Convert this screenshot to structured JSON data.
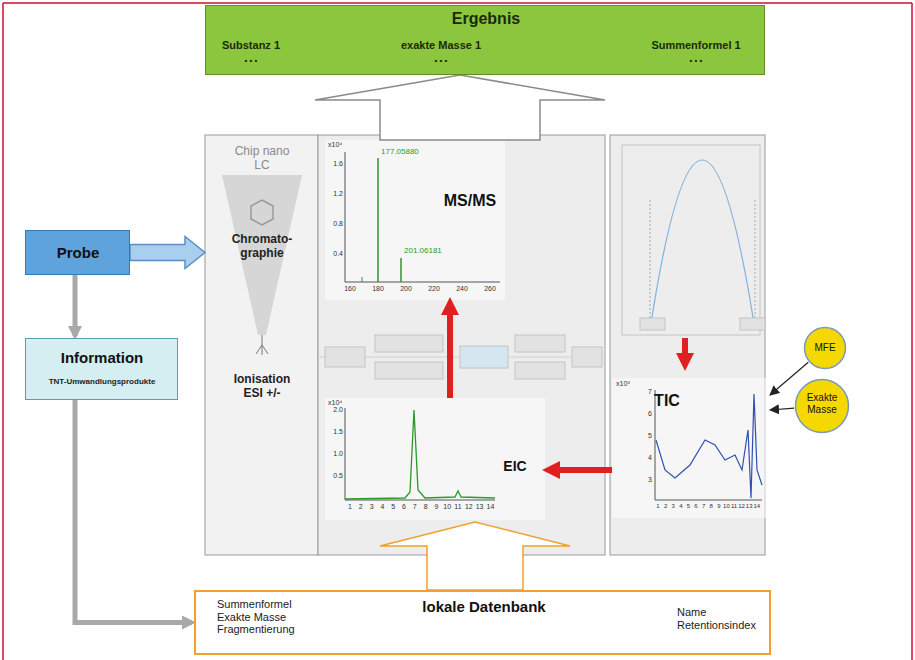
{
  "diagram": {
    "nodes": [
      {
        "text": [
          "Ergebnis",
          "Substanz 1",
          "exakte Masse 1",
          "Summenformel 1",
          "• • •",
          "• • •",
          "• • •"
        ]
      },
      {
        "text": [
          "Probe"
        ]
      },
      {
        "text": [
          "Information",
          "TNT-Umwandlungsprodukte"
        ]
      },
      {
        "text": [
          "Chip nano LC",
          "Chromato- graphie",
          "Ionisation ESI +/-"
        ]
      },
      {
        "text": [
          "MS/MS"
        ]
      },
      {
        "text": [
          "EIC"
        ]
      },
      {
        "text": [
          "TIC"
        ]
      },
      {
        "text": [
          "MFE"
        ]
      },
      {
        "text": [
          "Exakte Masse"
        ]
      },
      {
        "text": [
          "lokale Datenbank",
          "Summenformel Exakte Masse Fragmentierung",
          "Name Retentionsindex"
        ]
      }
    ],
    "edges": [
      {
        "from": 1,
        "to": 3,
        "arrow": "to"
      },
      {
        "from": 1,
        "to": 2,
        "arrow": "to"
      },
      {
        "from": 2,
        "to": 9,
        "arrow": "to"
      },
      {
        "from": 9,
        "to": 5,
        "arrow": "to"
      },
      {
        "from": 4,
        "to": 0,
        "arrow": "to"
      },
      {
        "from": 5,
        "to": 4,
        "arrow": "to"
      },
      {
        "from": 6,
        "to": 5,
        "arrow": "to"
      },
      {
        "from": 7,
        "to": 6,
        "arrow": "to"
      },
      {
        "from": 8,
        "to": 6,
        "arrow": "to"
      }
    ],
    "labels": [
      "x10⁴",
      "177.05880",
      "201.06181",
      "1.6",
      "1.2",
      "0.8",
      "0.4",
      "160",
      "180",
      "200",
      "220",
      "240",
      "260",
      "x10⁴",
      "2.0",
      "1.5",
      "1.0",
      "0.5",
      "1",
      "2",
      "3",
      "4",
      "5",
      "6",
      "7",
      "8",
      "9",
      "10",
      "11",
      "12",
      "13",
      "14",
      "x10⁸",
      "7",
      "6",
      "5",
      "4",
      "3",
      "1",
      "2",
      "3",
      "4",
      "5",
      "6",
      "7",
      "8",
      "9",
      "10",
      "11",
      "12",
      "13",
      "14"
    ]
  }
}
